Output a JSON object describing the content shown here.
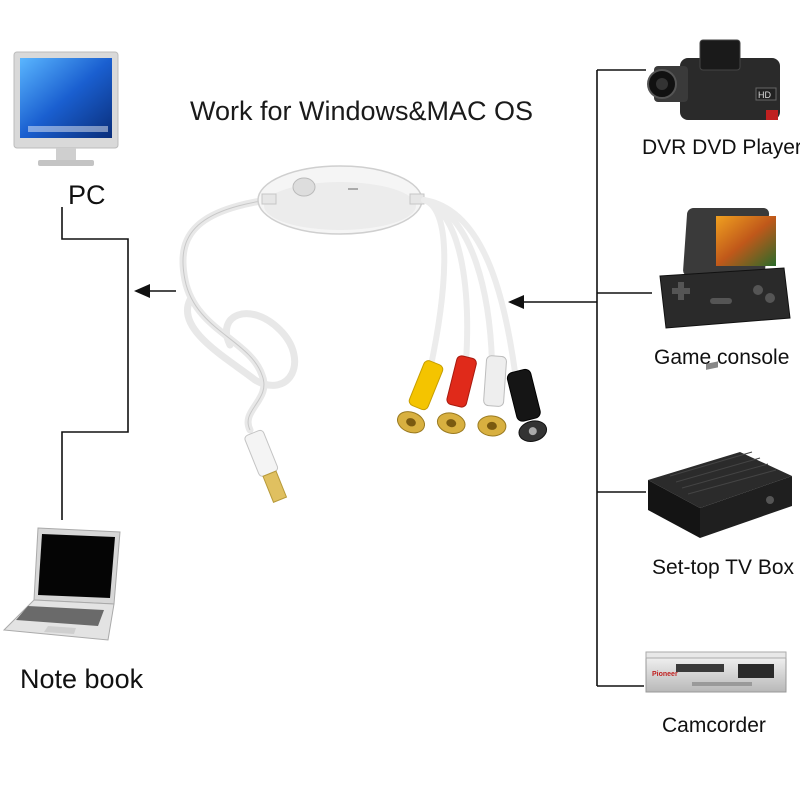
{
  "title": "Work for Windows&MAC OS",
  "computers": {
    "pc_label": "PC",
    "notebook_label": "Note book"
  },
  "devices": [
    {
      "label": "DVR DVD Player",
      "icon": "camcorder-icon"
    },
    {
      "label": "Game console",
      "icon": "handheld-console-icon"
    },
    {
      "label": "Set-top TV Box",
      "icon": "settop-box-icon"
    },
    {
      "label": "Camcorder",
      "icon": "dvd-player-icon"
    }
  ],
  "device_face_text": {
    "camcorder_badge": "HD",
    "player_brand": "Pioneer"
  },
  "colors": {
    "line": "#111111",
    "cable": "#f2f2f2",
    "rca_yellow": "#f4c400",
    "rca_red": "#e02a1a",
    "rca_white": "#eeeeee",
    "svideo_black": "#151515"
  }
}
